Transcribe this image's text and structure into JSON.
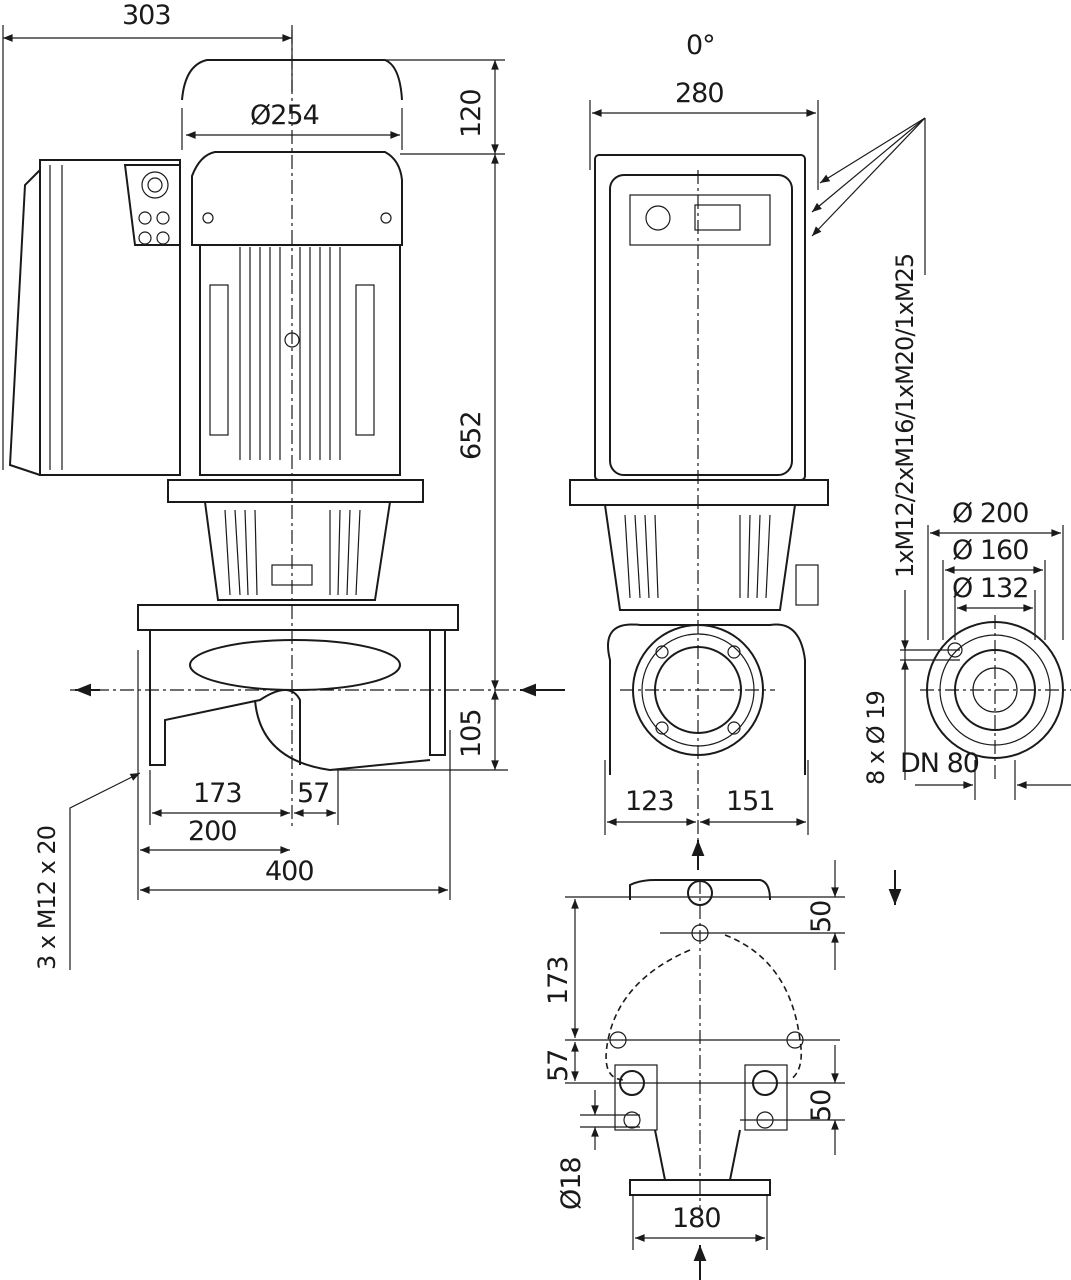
{
  "drawing": {
    "title": "Pump dimensional drawing",
    "background": "#ffffff",
    "line_color": "#1a1a1a"
  },
  "side_view": {
    "dim_overall_offset": "303",
    "dim_motor_diameter": "Ø254",
    "dim_fan_cover_height": "120",
    "dim_total_height": "652",
    "dim_axis_to_foot": "105",
    "dim_suction_to_axis": "173",
    "dim_axis_to_foot_center": "57",
    "dim_half_length": "200",
    "dim_flange_length": "400",
    "foot_bolts": "3 x M12 x 20"
  },
  "front_view": {
    "angle_label": "0°",
    "dim_width": "280",
    "cable_glands": "1xM12/2xM16/1xM20/1xM25",
    "dim_left_foot": "123",
    "dim_right_foot": "151"
  },
  "flange_view": {
    "dim_outer": "Ø 200",
    "dim_bolt_circle": "Ø 160",
    "dim_seal": "Ø 132",
    "bolt_holes": "8 x Ø 19",
    "nominal_size": "DN 80"
  },
  "base_view": {
    "dim_173": "173",
    "dim_57": "57",
    "dim_50_top": "50",
    "dim_50_bottom": "50",
    "dim_hole": "Ø18",
    "dim_180": "180"
  }
}
